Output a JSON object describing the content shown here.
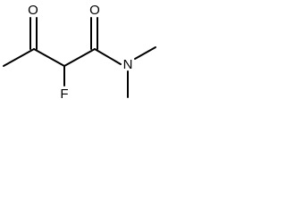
{
  "atoms": {
    "ketone_oxygen": "O",
    "amide_oxygen": "O",
    "fluorine": "F",
    "nitrogen": "N"
  }
}
